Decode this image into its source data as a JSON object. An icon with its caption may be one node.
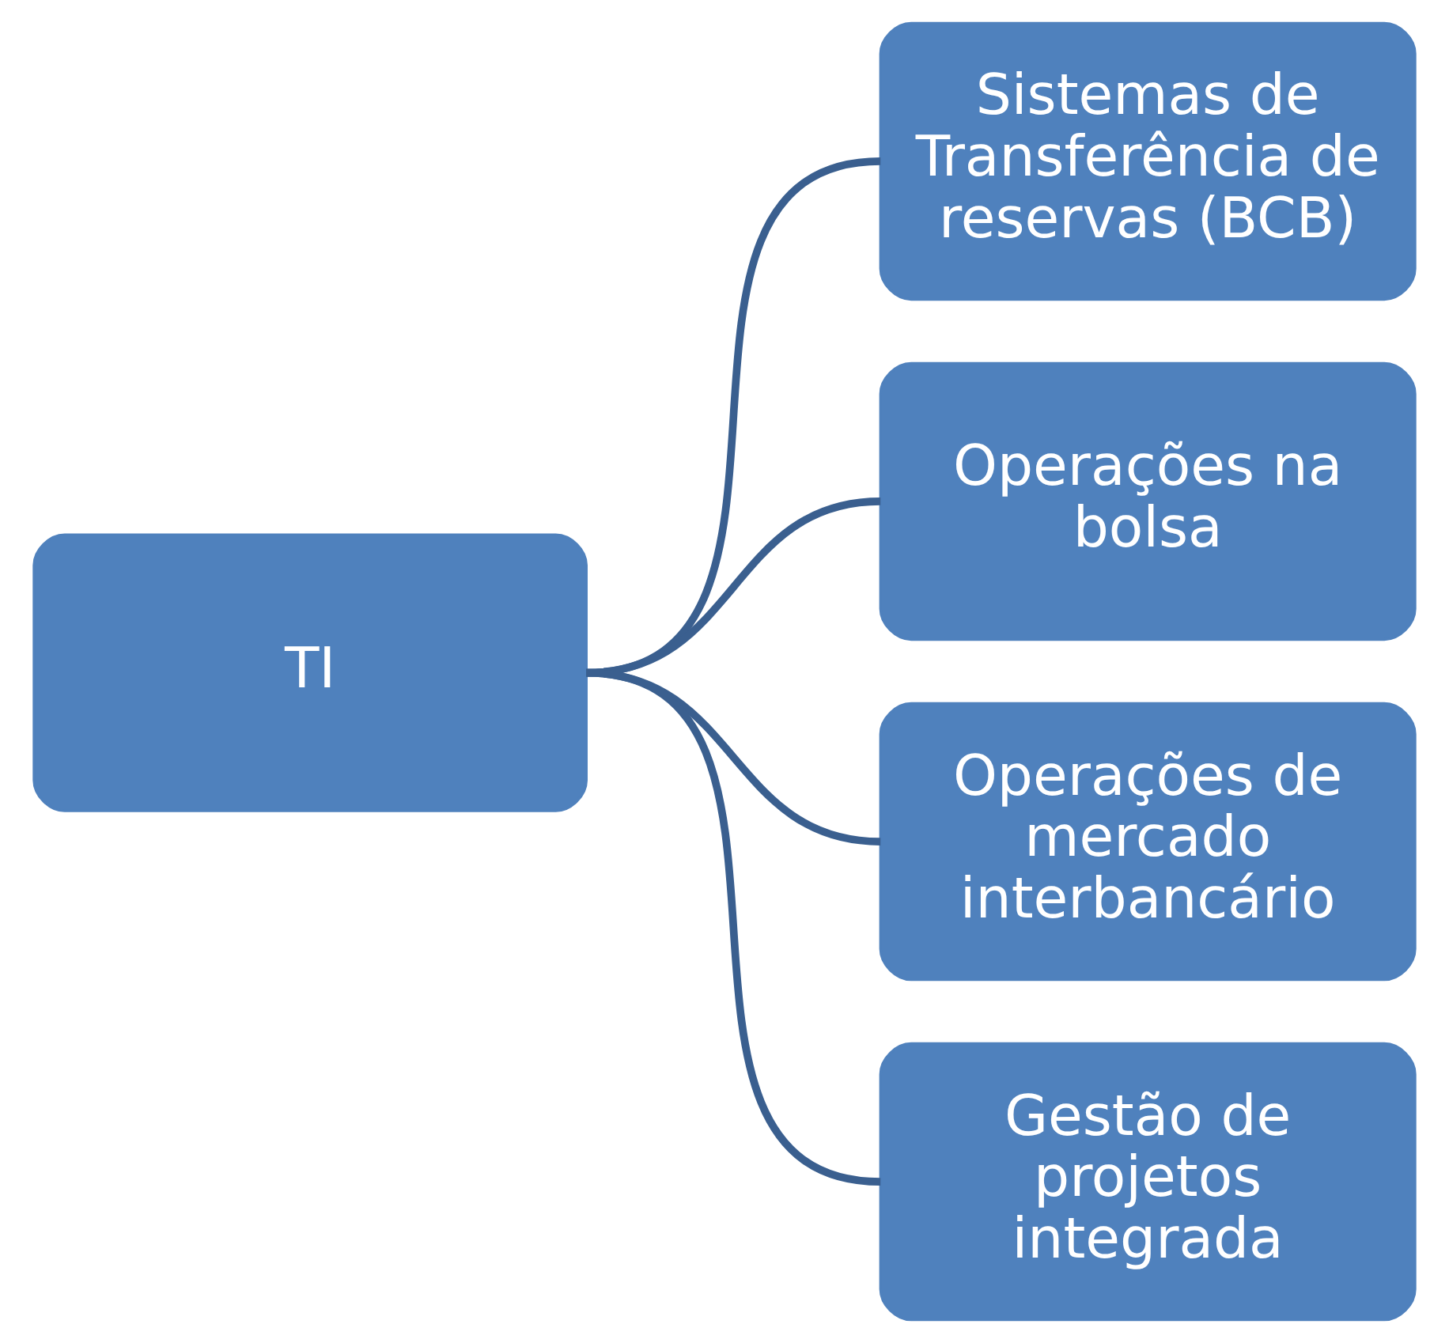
{
  "diagram": {
    "nodes": [
      {
        "text": [
          "TI"
        ]
      },
      {
        "text": [
          "Sistemas de Transferência de reservas (BCB)"
        ]
      },
      {
        "text": [
          "Operações na bolsa"
        ]
      },
      {
        "text": [
          "Operações de mercado interbancário"
        ]
      },
      {
        "text": [
          "Gestão de projetos integrada"
        ]
      }
    ],
    "edges": [
      {
        "from": 0,
        "to": 1,
        "arrow": "none"
      },
      {
        "from": 0,
        "to": 2,
        "arrow": "none"
      },
      {
        "from": 0,
        "to": 3,
        "arrow": "none"
      },
      {
        "from": 0,
        "to": 4,
        "arrow": "none"
      }
    ]
  }
}
